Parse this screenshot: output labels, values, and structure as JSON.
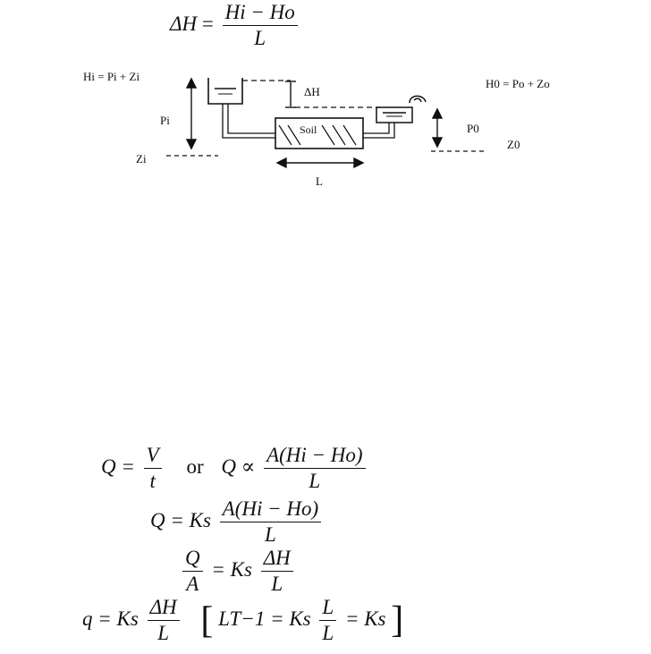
{
  "top_equation": {
    "lhs": "ΔH",
    "equals": "=",
    "numerator": "Hi − Ho",
    "denominator": "L"
  },
  "diagram": {
    "label_hi": "Hi = Pi + Zi",
    "label_ho": "H0 = Po + Zo",
    "label_pi": "Pi",
    "label_po": "P0",
    "label_zi": "Zi",
    "label_zo": "Z0",
    "label_dh": "ΔH",
    "label_soil": "Soil",
    "label_l": "L"
  },
  "equations": {
    "eq1_q": "Q = ",
    "eq1_frac_num": "V",
    "eq1_frac_den": "t",
    "eq1_or": "or",
    "eq1_prop": "Q ∝ ",
    "eq1_prop_num": "A(Hi − Ho)",
    "eq1_prop_den": "L",
    "eq2_lhs": "Q = Ks",
    "eq2_num": "A(Hi − Ho)",
    "eq2_den": "L",
    "eq3_num": "Q",
    "eq3_den": "A",
    "eq3_mid": "= Ks",
    "eq3_rnum": "ΔH",
    "eq3_rden": "L",
    "eq4_lhs": "q = Ks",
    "eq4_num": "ΔH",
    "eq4_den": "L",
    "eq4_bracket_a": "LT−1 = Ks",
    "eq4_bracket_num": "L",
    "eq4_bracket_den": "L",
    "eq4_bracket_b": "= Ks"
  }
}
